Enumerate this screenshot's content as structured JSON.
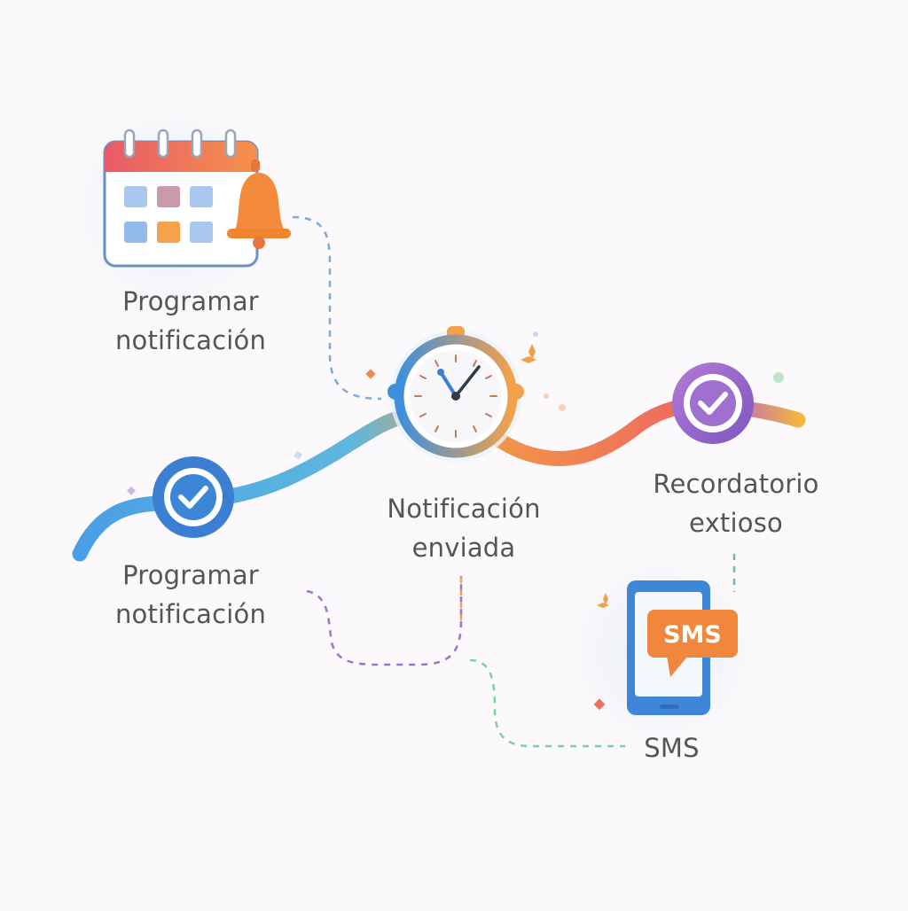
{
  "nodes": {
    "schedule_top": {
      "line1": "Programar",
      "line2": "notificación"
    },
    "schedule_bottom": {
      "line1": "Programar",
      "line2": "notificación"
    },
    "sent": {
      "line1": "Notificación",
      "line2": "enviada"
    },
    "reminder": {
      "line1": "Recordatorio",
      "line2": "extioso"
    },
    "sms": {
      "label": "SMS",
      "bubble_text": "SMS"
    }
  },
  "colors": {
    "blue": "#3b86d6",
    "orange": "#f5913a",
    "purple": "#9b64c8",
    "text": "#555558",
    "sms_bubble": "#f0873c"
  },
  "icons": [
    "calendar-icon",
    "bell-icon",
    "clock-icon",
    "check-icon",
    "phone-icon",
    "sms-bubble-icon"
  ]
}
